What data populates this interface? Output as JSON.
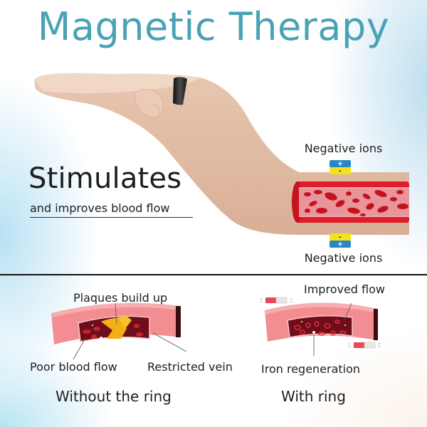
{
  "header": {
    "title": "Magnetic Therapy",
    "title_color": "#4aa2b5"
  },
  "hero": {
    "headline": "Stimulates",
    "subheadline": "and improves blood flow",
    "ion_label_top": "Negative ions",
    "ion_label_bottom": "Negative ions",
    "ion_top_badge": {
      "upper": "+",
      "lower": "-"
    },
    "ion_bottom_badge": {
      "upper": "-",
      "lower": "+"
    },
    "ion_colors": {
      "blue": "#2b86c5",
      "yellow": "#f4e21a"
    }
  },
  "comparison": {
    "without": {
      "caption": "Without the ring",
      "callouts": {
        "top": "Plaques build up",
        "bottom_left": "Poor blood flow",
        "bottom_right": "Restricted vein"
      }
    },
    "with": {
      "caption": "With ring",
      "callouts": {
        "top": "Improved flow",
        "bottom": "Iron regeneration"
      }
    }
  }
}
